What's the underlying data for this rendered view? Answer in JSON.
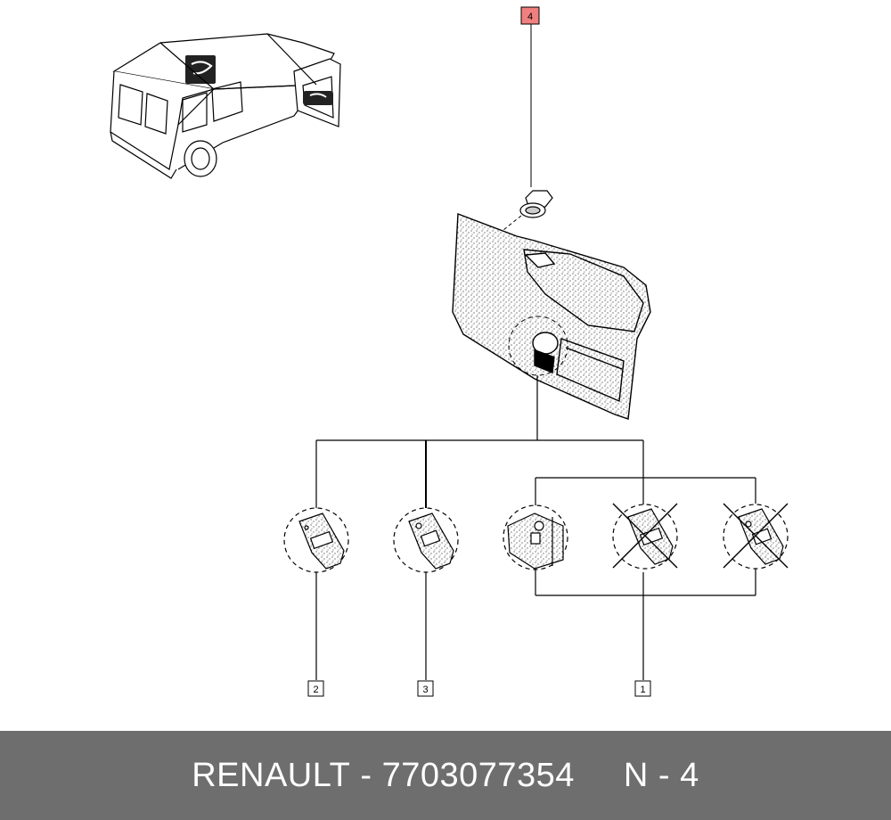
{
  "diagram": {
    "callouts": [
      {
        "id": "4",
        "highlighted": true
      },
      {
        "id": "2",
        "highlighted": false
      },
      {
        "id": "3",
        "highlighted": false
      },
      {
        "id": "1",
        "highlighted": false
      }
    ],
    "highlight_color": "#f08080"
  },
  "footer": {
    "brand": "RENAULT",
    "dash": "-",
    "part_number": "7703077354",
    "ref_label": "N - 4",
    "background": "#6e6e6e"
  }
}
